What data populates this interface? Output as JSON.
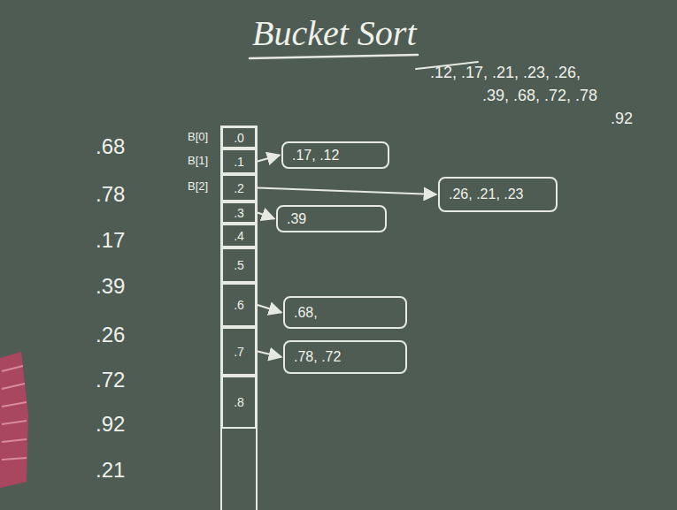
{
  "diagram": {
    "title": "Bucket Sort",
    "nodes": [
      {
        "text": [
          ".0"
        ]
      },
      {
        "text": [
          ".1"
        ]
      },
      {
        "text": [
          ".2"
        ]
      },
      {
        "text": [
          ".3"
        ]
      },
      {
        "text": [
          ".4"
        ]
      },
      {
        "text": [
          ".5"
        ]
      },
      {
        "text": [
          ".6"
        ]
      },
      {
        "text": [
          ".7"
        ]
      },
      {
        "text": [
          ".8"
        ]
      },
      {
        "text": [
          ".17, .12"
        ]
      },
      {
        "text": [
          ".26, .21, .23"
        ]
      },
      {
        "text": [
          ".39"
        ]
      },
      {
        "text": [
          ".68,"
        ]
      },
      {
        "text": [
          ".78, .72"
        ]
      }
    ],
    "edges": [
      {
        "from": 1,
        "to": 9,
        "arrow": "to"
      },
      {
        "from": 2,
        "to": 10,
        "arrow": "to"
      },
      {
        "from": 3,
        "to": 11,
        "arrow": "to"
      },
      {
        "from": 6,
        "to": 12,
        "arrow": "to"
      },
      {
        "from": 7,
        "to": 13,
        "arrow": "to"
      }
    ],
    "labels": [
      "B[0]",
      "B[1]",
      "B[2]",
      ".68",
      ".78",
      ".17",
      ".39",
      ".26",
      ".72",
      ".92",
      ".21",
      ".12, .17, .21, .23, .26,",
      ".39, .68, .72, .78",
      ".92"
    ]
  }
}
